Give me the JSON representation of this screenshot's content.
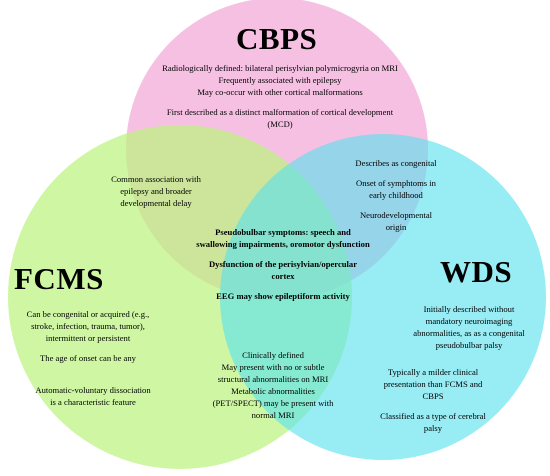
{
  "colors": {
    "cbps": "#f5b9e0",
    "fcms": "#bcf27f",
    "wds": "#58e1ee"
  },
  "sets": {
    "cbps": {
      "title": "CBPS"
    },
    "fcms": {
      "title": "FCMS"
    },
    "wds": {
      "title": "WDS"
    }
  },
  "regions": {
    "cbps_only": {
      "p1": [
        "Radiologically defined: bilateral perisylvian polymicrogyria on MRI",
        "Frequently associated with epilepsy",
        "May co-occur with other cortical malformations"
      ],
      "p2": [
        "First described as a distinct malformation of cortical development",
        "(MCD)"
      ]
    },
    "cbps_fcms": [
      "Common association with",
      "epilepsy and broader",
      "developmental delay"
    ],
    "cbps_wds": {
      "p1": [
        "Describes as congenital"
      ],
      "p2": [
        "Onset of symphtoms in",
        "early childhood"
      ],
      "p3": [
        "Neurodevelopmental",
        "origin"
      ]
    },
    "center": {
      "p1": [
        "Pseudobulbar symptoms: speech and",
        "swallowing impairments, oromotor dysfunction"
      ],
      "p2": [
        "Dysfunction of the perisylvian/opercular",
        "cortex"
      ],
      "p3": [
        "EEG may show epileptiform activity"
      ]
    },
    "fcms_only": {
      "p1": [
        "Can be congenital or acquired (e.g.,",
        "stroke, infection, trauma, tumor),",
        "intermittent or persistent"
      ],
      "p2": [
        "The age of onset can be any"
      ],
      "p3": [
        "Automatic-voluntary dissociation",
        "is a characteristic feature"
      ]
    },
    "fcms_wds": [
      "Clinically defined",
      "May present with no or subtle",
      "structural abnormalities on MRI",
      "Metabolic abnormalities",
      "(PET/SPECT) may be present with",
      "normal MRI"
    ],
    "wds_only": {
      "p1": [
        "Initially described without",
        "mandatory neuroimaging",
        "abnormalities, as as a congenital",
        "pseudobulbar palsy"
      ],
      "p2": [
        "Typically a milder clinical",
        "presentation than FCMS and",
        "CBPS"
      ],
      "p3": [
        "Classified as a type of cerebral",
        "palsy"
      ]
    }
  }
}
